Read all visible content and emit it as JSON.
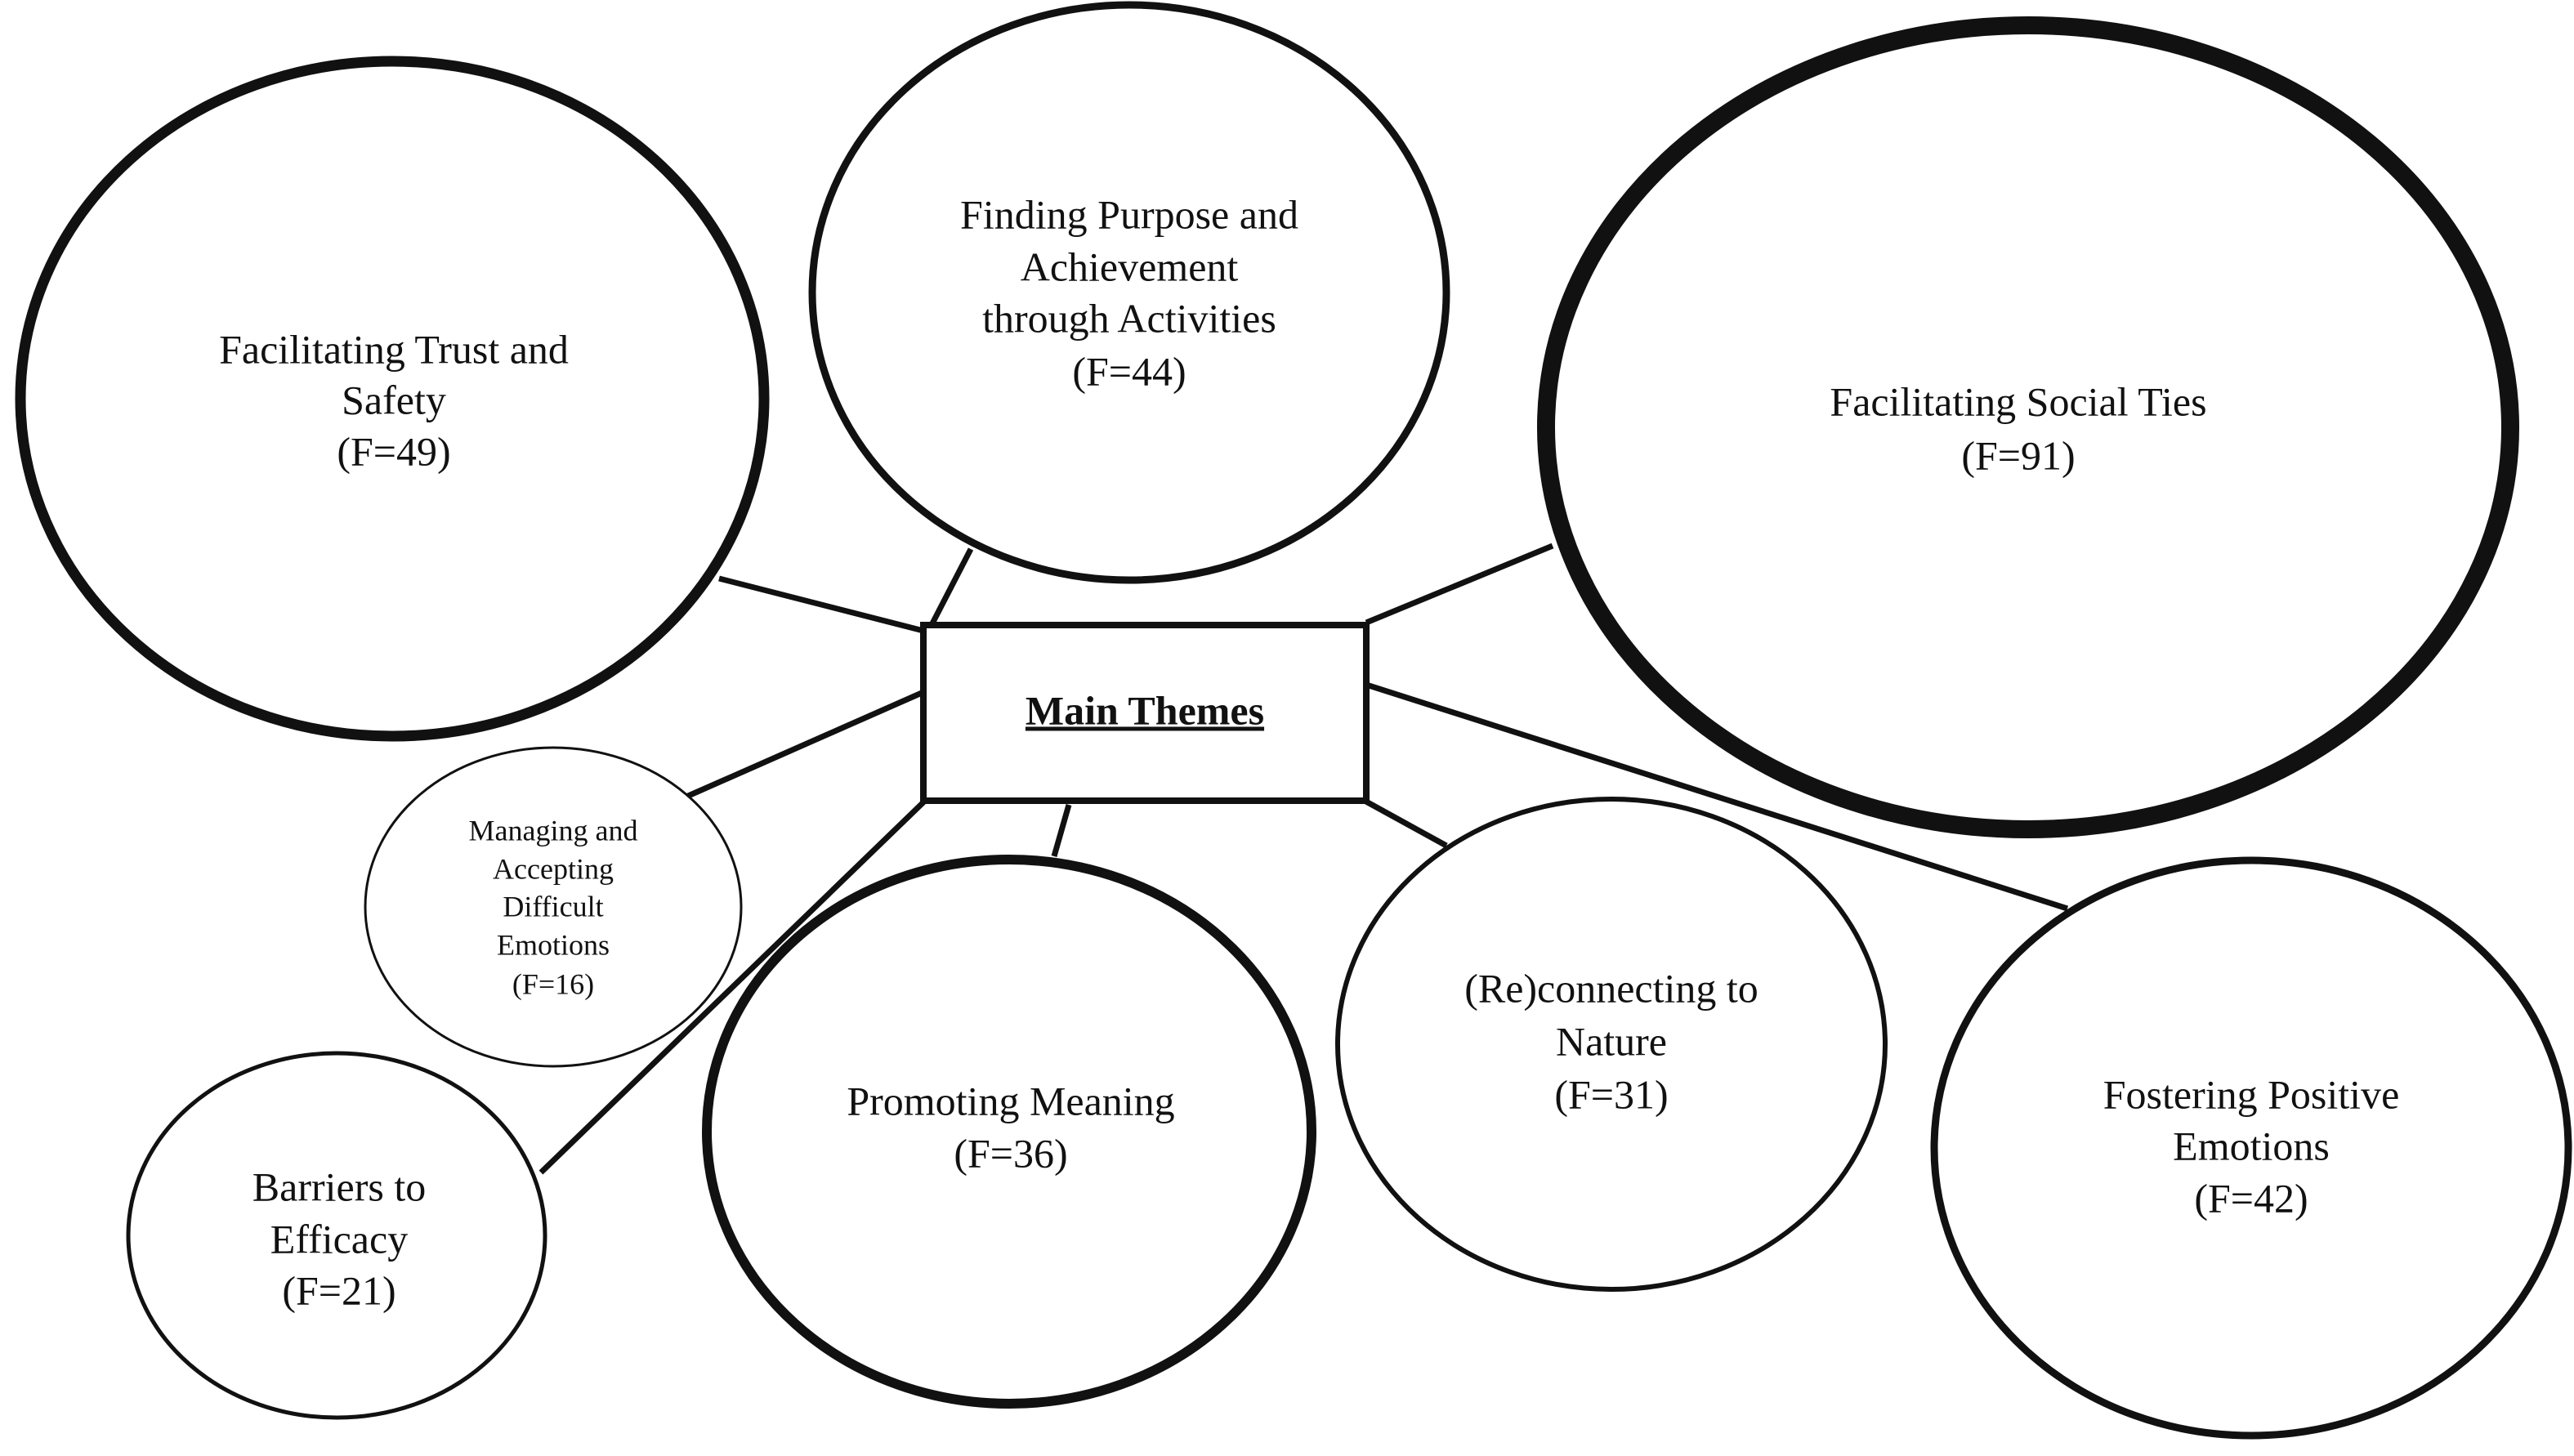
{
  "center": {
    "title": "Main Themes"
  },
  "themes": [
    {
      "key": "trust",
      "lines": [
        "Facilitating Trust and",
        "Safety"
      ],
      "frequency": "(F=49)"
    },
    {
      "key": "purpose",
      "lines": [
        "Finding Purpose and",
        "Achievement",
        "through Activities"
      ],
      "frequency": "(F=44)"
    },
    {
      "key": "social",
      "lines": [
        "Facilitating Social Ties"
      ],
      "frequency": "(F=91)"
    },
    {
      "key": "managing",
      "lines": [
        "Managing and",
        "Accepting",
        "Difficult",
        "Emotions"
      ],
      "frequency": "(F=16)"
    },
    {
      "key": "barriers",
      "lines": [
        "Barriers to",
        "Efficacy"
      ],
      "frequency": "(F=21)"
    },
    {
      "key": "meaning",
      "lines": [
        "Promoting Meaning"
      ],
      "frequency": "(F=36)"
    },
    {
      "key": "nature",
      "lines": [
        "(Re)connecting to",
        "Nature"
      ],
      "frequency": "(F=31)"
    },
    {
      "key": "positive",
      "lines": [
        "Fostering Positive",
        "Emotions"
      ],
      "frequency": "(F=42)"
    }
  ],
  "colors": {
    "stroke": "#111111",
    "background": "#ffffff",
    "text": "#111111"
  }
}
